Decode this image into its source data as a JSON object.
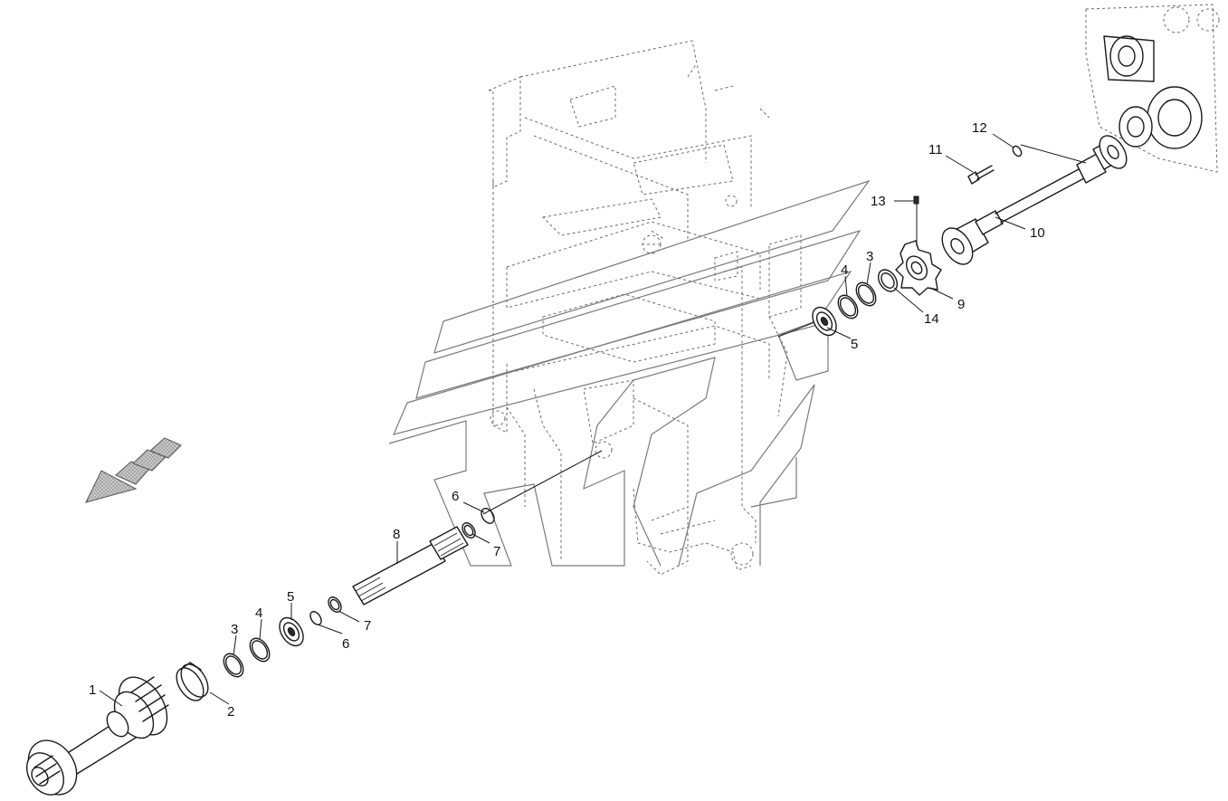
{
  "diagram": {
    "callouts": [
      {
        "id": "c1",
        "label": "1"
      },
      {
        "id": "c2",
        "label": "2"
      },
      {
        "id": "c3a",
        "label": "3"
      },
      {
        "id": "c4a",
        "label": "4"
      },
      {
        "id": "c5a",
        "label": "5"
      },
      {
        "id": "c6a",
        "label": "6"
      },
      {
        "id": "c7a",
        "label": "7"
      },
      {
        "id": "c8",
        "label": "8"
      },
      {
        "id": "c6b",
        "label": "6"
      },
      {
        "id": "c7b",
        "label": "7"
      },
      {
        "id": "c5b",
        "label": "5"
      },
      {
        "id": "c4b",
        "label": "4"
      },
      {
        "id": "c3b",
        "label": "3"
      },
      {
        "id": "c14",
        "label": "14"
      },
      {
        "id": "c9",
        "label": "9"
      },
      {
        "id": "c13",
        "label": "13"
      },
      {
        "id": "c10",
        "label": "10"
      },
      {
        "id": "c11",
        "label": "11"
      },
      {
        "id": "c12",
        "label": "12"
      }
    ],
    "direction_arrow": {
      "icon": "direction-arrow-icon",
      "fill": "#b0b0b0"
    },
    "colors": {
      "line": "#1a1a1a",
      "frame": "#6a6a6a",
      "watermark": "#7a7a7a",
      "background": "#ffffff"
    }
  }
}
